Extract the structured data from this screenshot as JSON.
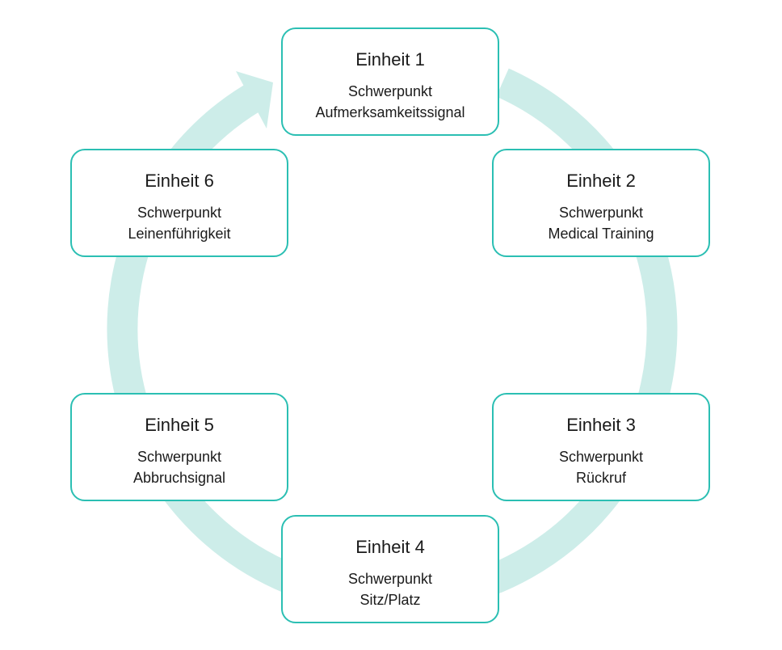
{
  "colors": {
    "ring": "#cdede9",
    "card_border": "#2bbfb3",
    "card_fill": "#ffffff",
    "text": "#1a1a1a"
  },
  "units": [
    {
      "title": "Einheit 1",
      "focus": "Schwerpunkt",
      "topic": "Aufmerksamkeitssignal"
    },
    {
      "title": "Einheit 2",
      "focus": "Schwerpunkt",
      "topic": "Medical Training"
    },
    {
      "title": "Einheit 3",
      "focus": "Schwerpunkt",
      "topic": "Rückruf"
    },
    {
      "title": "Einheit 4",
      "focus": "Schwerpunkt",
      "topic": "Sitz/Platz"
    },
    {
      "title": "Einheit 5",
      "focus": "Schwerpunkt",
      "topic": "Abbruchsignal"
    },
    {
      "title": "Einheit 6",
      "focus": "Schwerpunkt",
      "topic": "Leinenführigkeit"
    }
  ]
}
